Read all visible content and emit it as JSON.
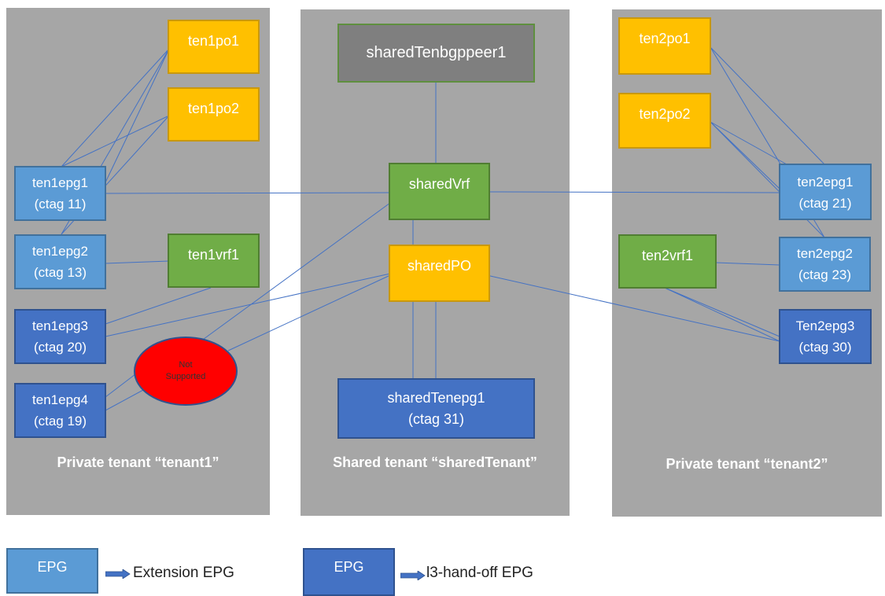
{
  "panels": {
    "tenant1": {
      "label": "Private tenant “tenant1”"
    },
    "shared": {
      "label": "Shared tenant “sharedTenant”"
    },
    "tenant2": {
      "label": "Private tenant “tenant2”"
    }
  },
  "nodes": {
    "ten1po1": "ten1po1",
    "ten1po2": "ten1po2",
    "ten1epg1": "ten1epg1\n(ctag 11)",
    "ten1epg2": "ten1epg2\n(ctag 13)",
    "ten1vrf1": "ten1vrf1",
    "ten1epg3": "ten1epg3\n(ctag 20)",
    "ten1epg4": "ten1epg4\n(ctag 19)",
    "not_supported": "Not\nSupported",
    "sharedTenbgppeer1": "sharedTenbgppeer1",
    "sharedVrf": "sharedVrf",
    "sharedPO": "sharedPO",
    "sharedTenepg1": "sharedTenepg1\n(ctag 31)",
    "ten2po1": "ten2po1",
    "ten2po2": "ten2po2",
    "ten2epg1": "ten2epg1\n(ctag 21)",
    "ten2vrf1": "ten2vrf1",
    "ten2epg2": "ten2epg2\n(ctag 23)",
    "ten2epg3": "Ten2epg3\n(ctag 30)"
  },
  "legend": [
    {
      "box": "EPG",
      "text": "Extension EPG",
      "color": "#5b9bd5"
    },
    {
      "box": "EPG",
      "text": "l3-hand-off EPG",
      "color": "#4472c4"
    }
  ],
  "colors": {
    "panel": "#a6a6a6",
    "po": "#ffc000",
    "vrf": "#70ad47",
    "bgp_peer": "#7f7f7f",
    "extension_epg": "#5b9bd5",
    "l3_epg": "#4472c4",
    "not_supported": "#ff0000",
    "line": "#4472c4"
  }
}
